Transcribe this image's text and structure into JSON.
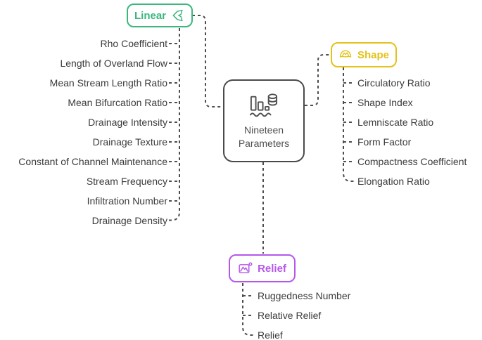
{
  "central_node": {
    "label": "Nineteen Parameters",
    "icon": "bar-chart-database-icon"
  },
  "groups": {
    "linear": {
      "label": "Linear",
      "icon": "unity-3d-icon",
      "accent_color": "#3db67e",
      "items": [
        "Rho Coefficient",
        "Length of Overland Flow",
        "Mean Stream Length Ratio",
        "Mean Bifurcation Ratio",
        "Drainage Intensity",
        "Drainage Texture",
        "Constant of Channel Maintenance",
        "Stream Frequency",
        "Infiltration Number",
        "Drainage Density"
      ]
    },
    "shape": {
      "label": "Shape",
      "icon": "dome-mountain-icon",
      "accent_color": "#e3c219",
      "items": [
        "Circulatory Ratio",
        "Shape Index",
        "Lemniscate Ratio",
        "Form Factor",
        "Compactness Coefficient",
        "Elongation Ratio"
      ]
    },
    "relief": {
      "label": "Relief",
      "icon": "mountain-photo-icon",
      "accent_color": "#b558ea",
      "items": [
        "Ruggedness Number",
        "Relative Relief",
        "Relief"
      ]
    }
  },
  "connector": {
    "color": "#4d4d4d",
    "style": "dashed"
  },
  "text_color": "#3b3b3b"
}
